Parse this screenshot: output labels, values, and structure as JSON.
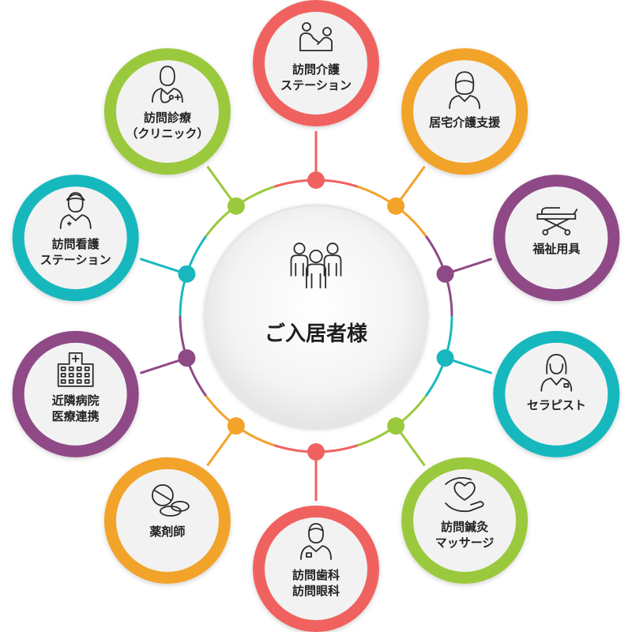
{
  "center": {
    "label": "ご入居者様",
    "icon": "group-of-people-icon"
  },
  "colors": {
    "red": "#F0625F",
    "orange": "#F2A32A",
    "purple": "#8E4A86",
    "teal": "#19B8BE",
    "green": "#9BC93D",
    "circle_fill": "#F2F2F2",
    "icon_stroke": "#2B2B2B",
    "ring_track": "#E0E0E0"
  },
  "nodes": [
    {
      "id": "visiting-care-station",
      "label": "訪問介護\nステーション",
      "color": "red",
      "icon": "caregiver-assisting-person-icon"
    },
    {
      "id": "home-care-support",
      "label": "居宅介護支援",
      "color": "orange",
      "icon": "care-manager-woman-icon"
    },
    {
      "id": "welfare-equipment",
      "label": "福祉用具",
      "color": "purple",
      "icon": "stretcher-bed-icon"
    },
    {
      "id": "therapist",
      "label": "セラピスト",
      "color": "teal",
      "icon": "therapist-woman-icon"
    },
    {
      "id": "acupuncture-massage",
      "label": "訪問鍼灸\nマッサージ",
      "color": "green",
      "icon": "heart-in-hands-icon"
    },
    {
      "id": "dental-ophthalmology",
      "label": "訪問歯科\n訪問眼科",
      "color": "red",
      "icon": "dentist-man-icon"
    },
    {
      "id": "pharmacist",
      "label": "薬剤師",
      "color": "orange",
      "icon": "pills-icon"
    },
    {
      "id": "hospital-cooperation",
      "label": "近隣病院\n医療連携",
      "color": "purple",
      "icon": "hospital-building-icon"
    },
    {
      "id": "visiting-nursing-station",
      "label": "訪問看護\nステーション",
      "color": "teal",
      "icon": "nurse-icon"
    },
    {
      "id": "visiting-clinic",
      "label": "訪問診療\n（クリニック）",
      "color": "green",
      "icon": "doctor-with-stethoscope-icon"
    }
  ]
}
